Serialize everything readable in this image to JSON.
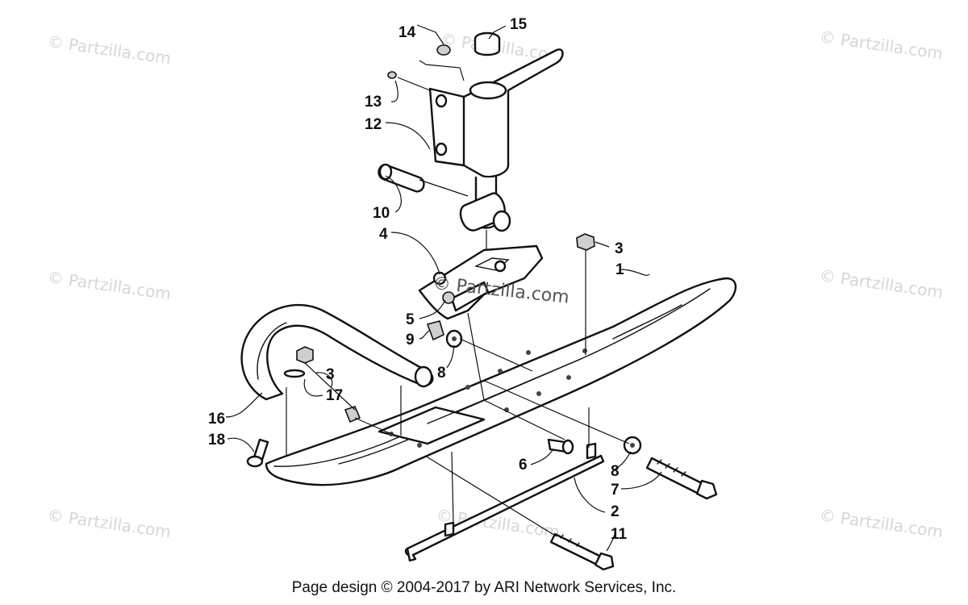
{
  "watermark": {
    "text": "© Partzilla.com",
    "center_text": "© Partzilla.com"
  },
  "callouts": [
    "1",
    "2",
    "3",
    "3",
    "4",
    "5",
    "6",
    "7",
    "8",
    "8",
    "9",
    "10",
    "11",
    "12",
    "13",
    "14",
    "15",
    "16",
    "17",
    "18"
  ],
  "footer": {
    "text": "Page design © 2004-2017 by ARI Network Services, Inc."
  },
  "colors": {
    "line": "#111111",
    "watermark": "#d6d6d6",
    "background": "#ffffff"
  }
}
